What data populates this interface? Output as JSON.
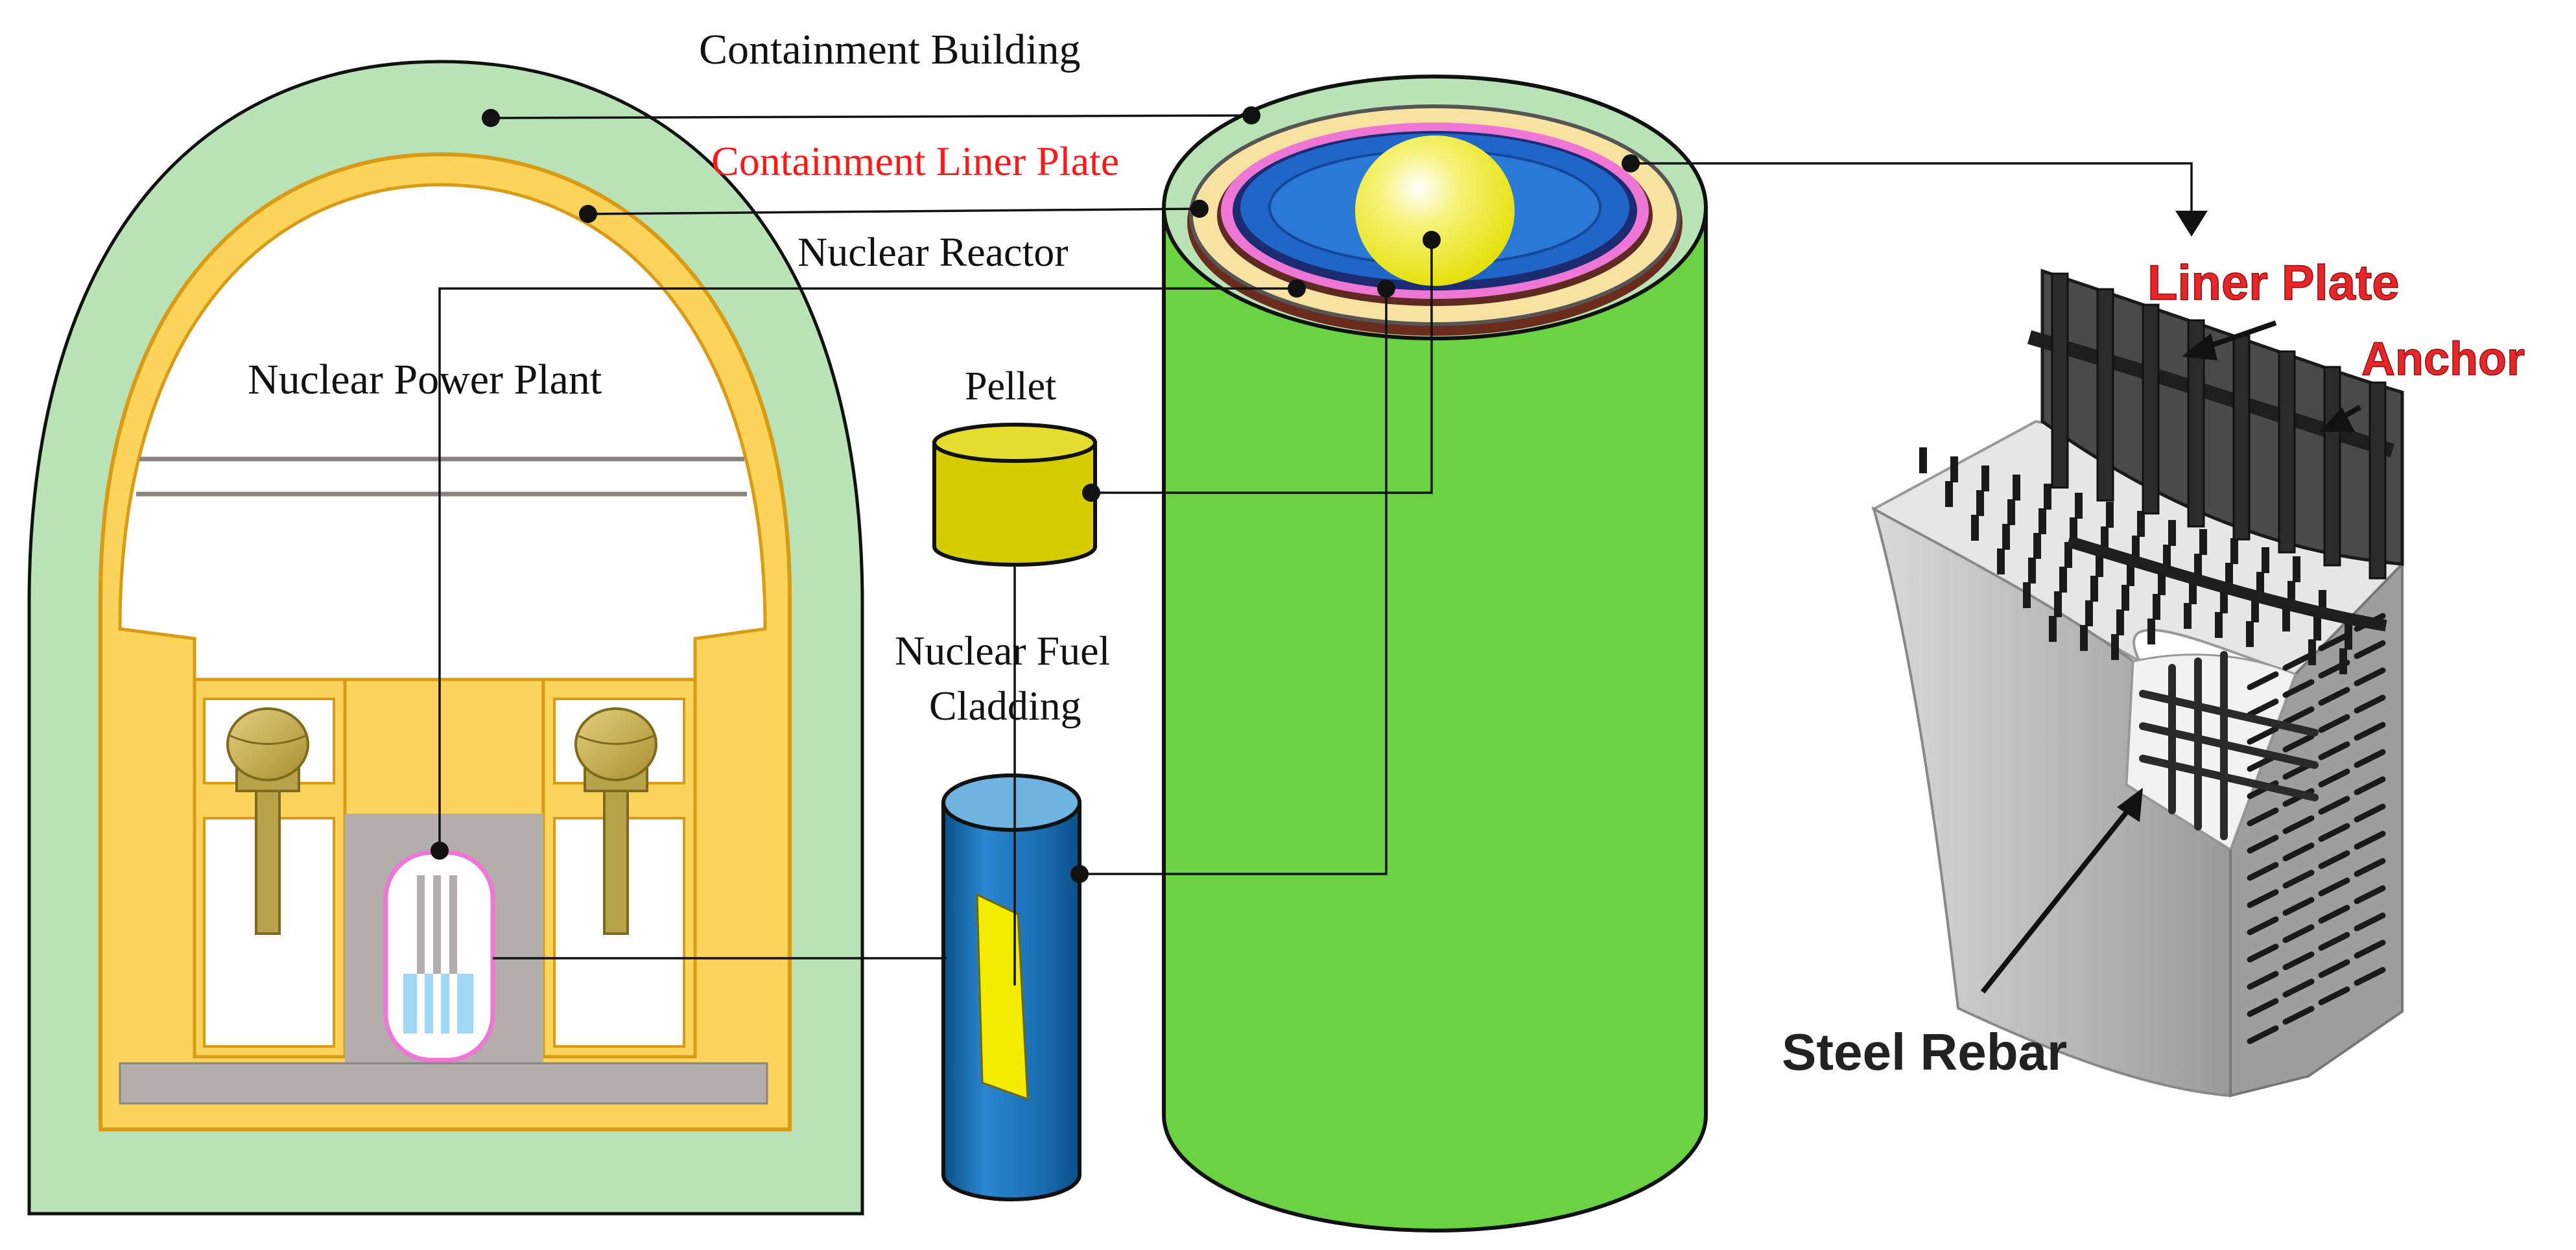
{
  "labels": {
    "containment_building": "Containment Building",
    "containment_liner_plate": "Containment Liner Plate",
    "nuclear_reactor": "Nuclear Reactor",
    "nuclear_power_plant": "Nuclear Power Plant",
    "pellet": "Pellet",
    "nuclear_fuel_line1": "Nuclear Fuel",
    "nuclear_fuel_line2": "Cladding",
    "liner_plate": "Liner Plate",
    "anchor": "Anchor",
    "steel_rebar": "Steel Rebar"
  },
  "colors": {
    "building_green": "#b9e2b6",
    "cylinder_green": "#6ad341",
    "liner_yellow": "#fdd45a",
    "liner_stroke": "#d99a15",
    "reactor_grey": "#b3adac",
    "pink": "#ee77d6",
    "pellet_yellow": "#d5cd00",
    "cladding_blue": "#1d74b9",
    "label_red": "#ff1a1a",
    "callout_red": "#e8262a",
    "concrete_grey": "#bdbdbd"
  }
}
